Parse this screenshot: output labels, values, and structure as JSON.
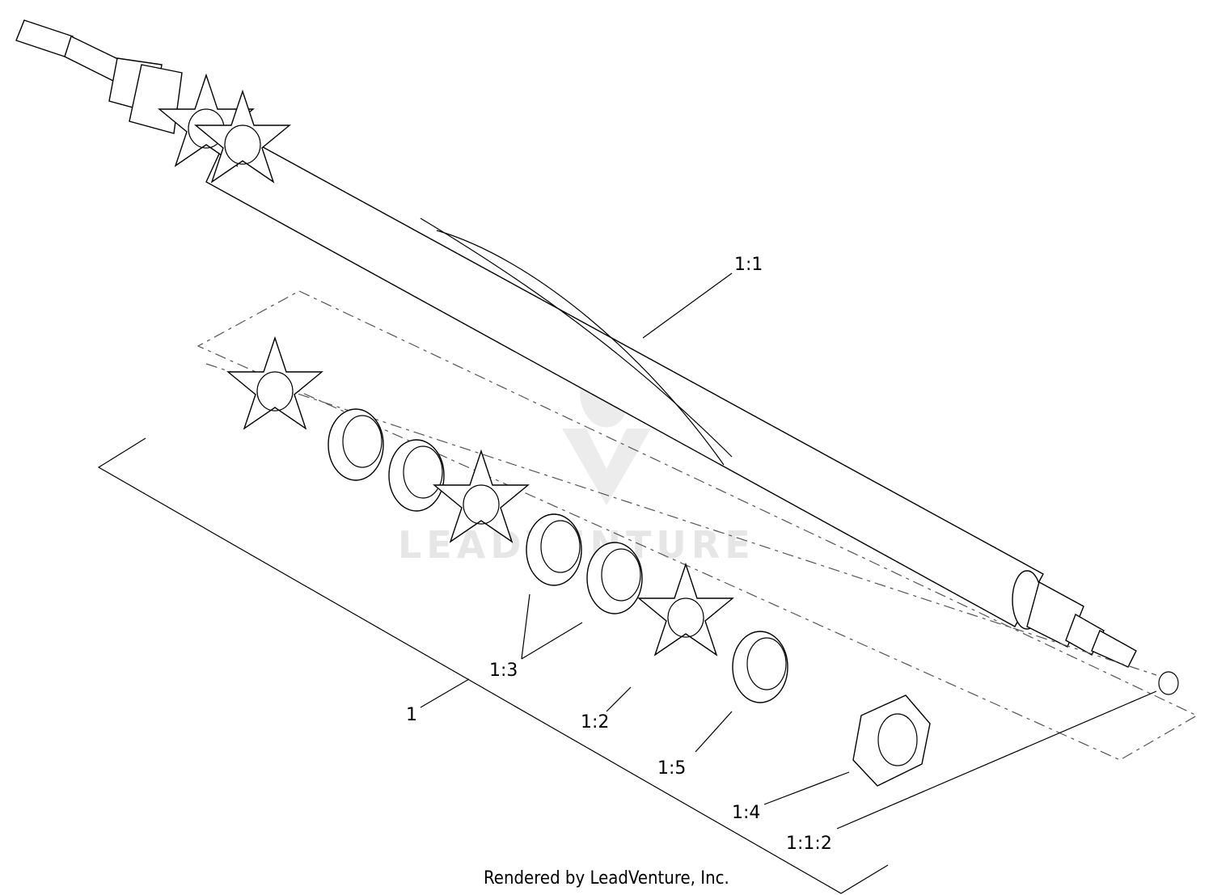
{
  "diagram": {
    "callouts": [
      {
        "id": "c-1-1",
        "text": "1:1"
      },
      {
        "id": "c-1-3",
        "text": "1:3"
      },
      {
        "id": "c-1",
        "text": "1"
      },
      {
        "id": "c-1-2",
        "text": "1:2"
      },
      {
        "id": "c-1-5",
        "text": "1:5"
      },
      {
        "id": "c-1-4",
        "text": "1:4"
      },
      {
        "id": "c-1-1-2",
        "text": "1:1:2"
      }
    ],
    "watermark": "LEADVENTURE",
    "footer": "Rendered by LeadVenture, Inc."
  }
}
